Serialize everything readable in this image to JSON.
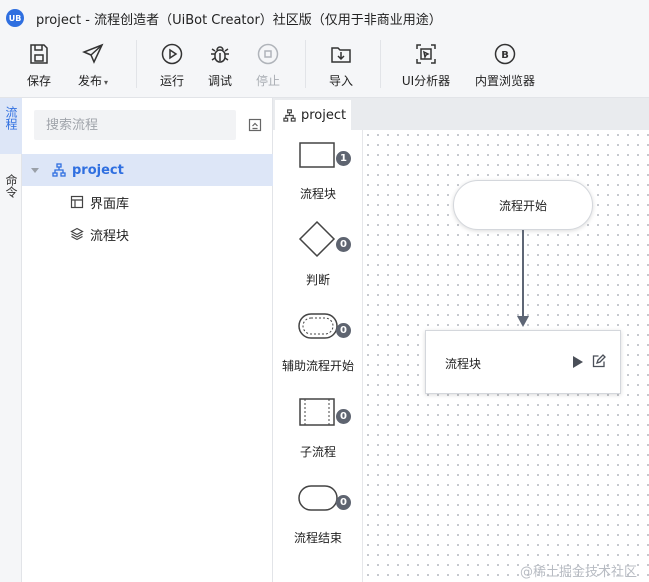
{
  "window": {
    "logo_text": "UB",
    "title": "project - 流程创造者（UiBot Creator）社区版（仅用于非商业用途）"
  },
  "toolbar": {
    "save": "保存",
    "publish": "发布",
    "publish_caret": "▾",
    "run": "运行",
    "debug": "调试",
    "stop": "停止",
    "import": "导入",
    "ui_analyzer": "UI分析器",
    "browser": "内置浏览器"
  },
  "side_tabs": {
    "flow": "流程",
    "command": "命令"
  },
  "tree": {
    "search_placeholder": "搜索流程",
    "root": "project",
    "items": [
      "界面库",
      "流程块"
    ]
  },
  "editor": {
    "tab": "project"
  },
  "palette": [
    {
      "label": "流程块",
      "count": "1"
    },
    {
      "label": "判断",
      "count": "0"
    },
    {
      "label": "辅助流程开始",
      "count": "0"
    },
    {
      "label": "子流程",
      "count": "0"
    },
    {
      "label": "流程结束",
      "count": "0"
    }
  ],
  "canvas": {
    "start_node": "流程开始",
    "block_node": "流程块"
  },
  "watermark": "@稀土掘金技术社区",
  "colors": {
    "accent": "#2f6fe0",
    "selected_bg": "#dde6f7",
    "badge": "#5e6470"
  }
}
